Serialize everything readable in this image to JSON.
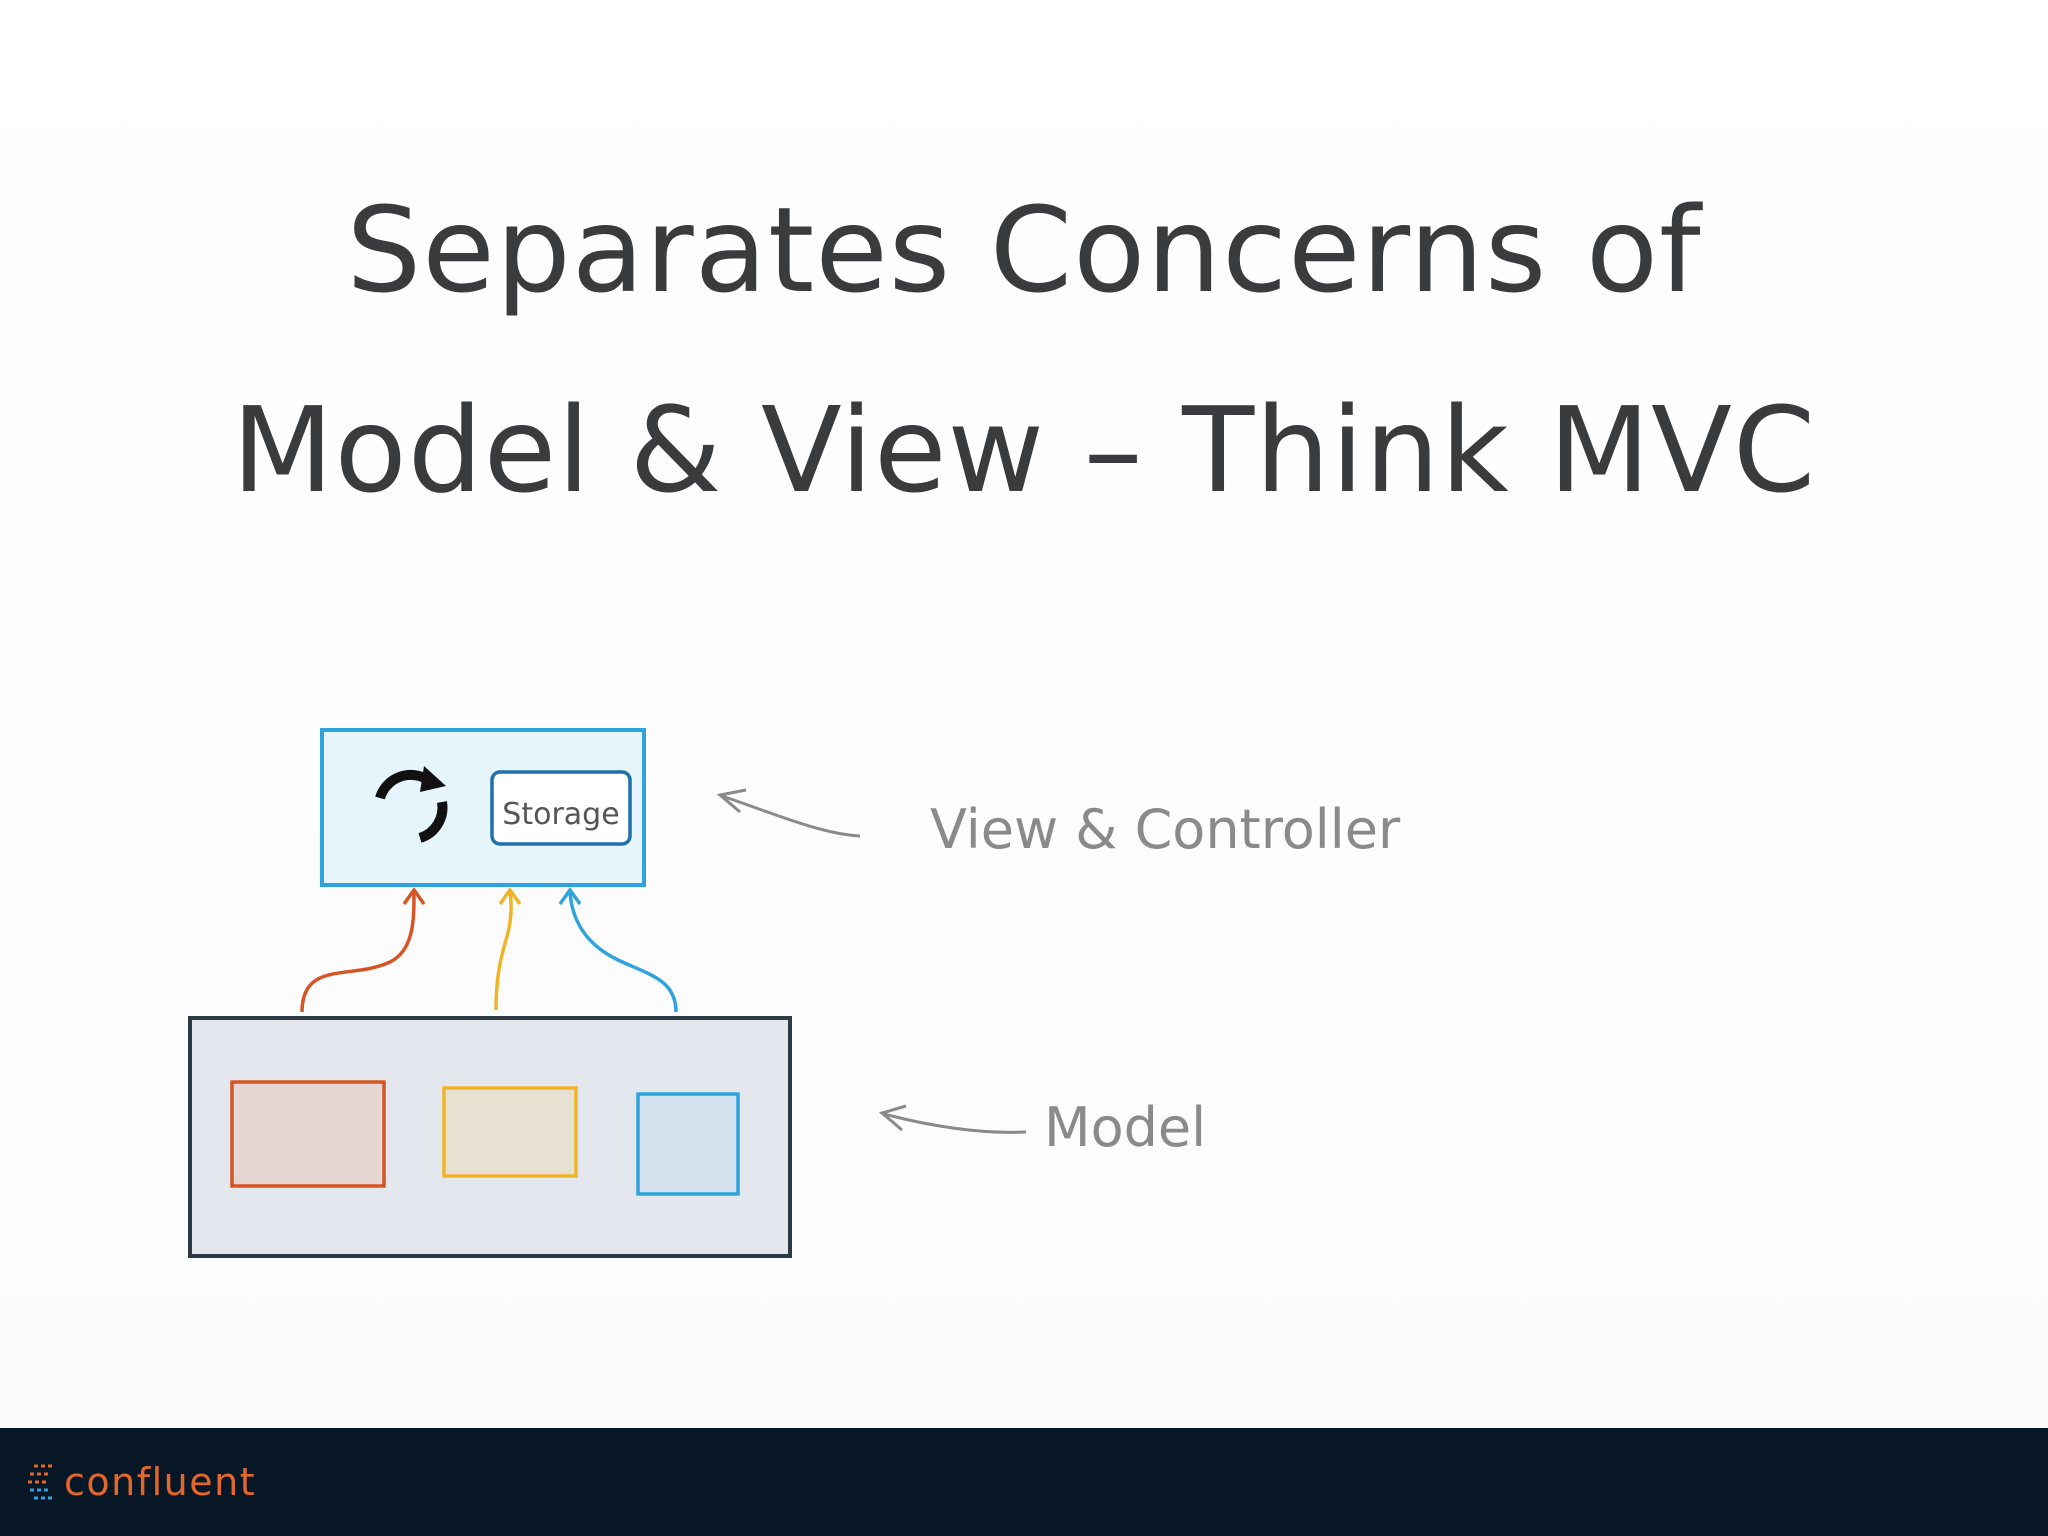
{
  "slide": {
    "title_line1": "Separates Concerns of",
    "title_line2": "Model & View – Think MVC"
  },
  "diagram": {
    "view_box_label": "Storage",
    "view_annotation": "View & Controller",
    "model_annotation": "Model",
    "refresh_icon": "refresh-cycle-icon",
    "colors": {
      "view_border": "#2fa3db",
      "view_fill": "#e6f4fb",
      "storage_border": "#1e6fae",
      "model_border": "#2d3a46",
      "model_fill": "#e4e7ee",
      "orange": "#d65524",
      "yellow": "#f0b429",
      "blue": "#2fa3db",
      "annotation": "#8a8a8a"
    }
  },
  "footer": {
    "brand": "confluent",
    "brand_color": "#e3662b",
    "background": "#071726"
  }
}
